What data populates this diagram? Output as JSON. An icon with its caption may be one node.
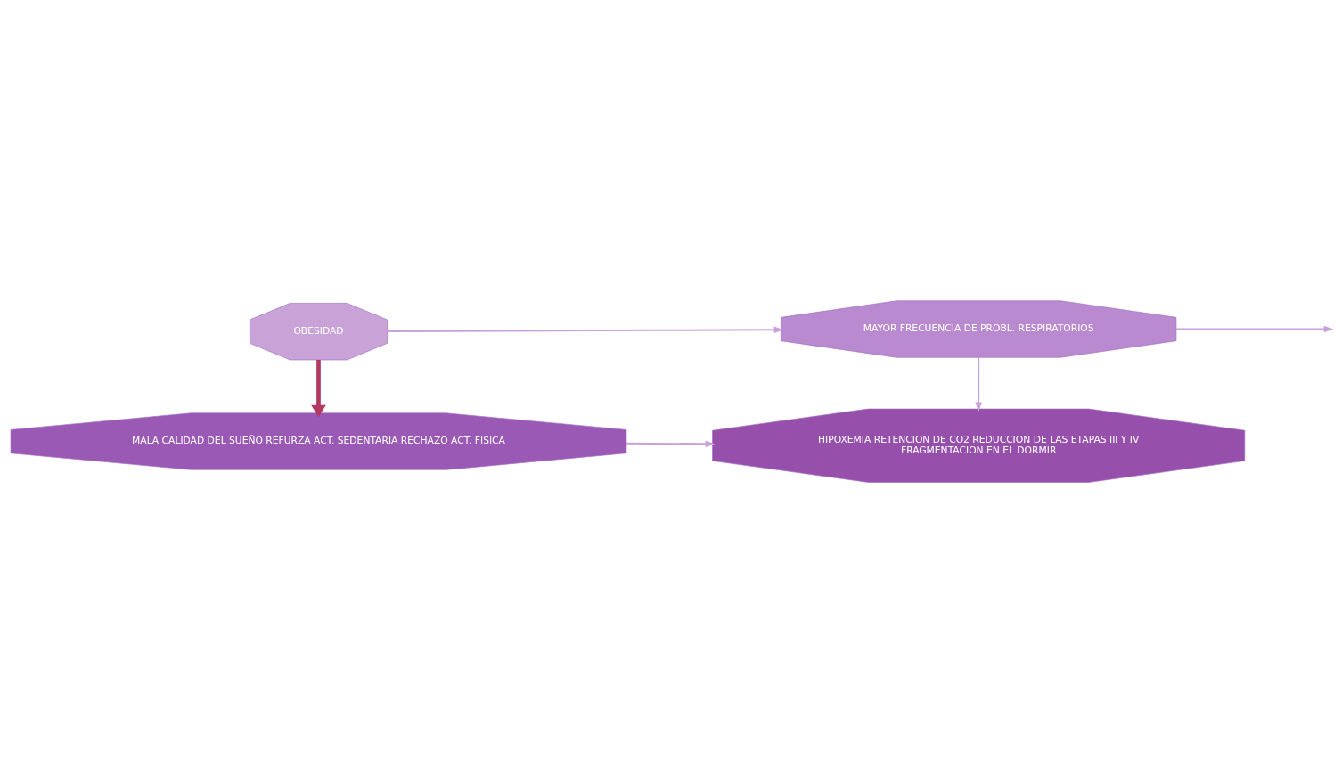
{
  "diagram": {
    "nodes": [
      {
        "text": [
          "OBESIDAD"
        ]
      },
      {
        "text": [
          "MAYOR FRECUENCIA DE PROBL. RESPIRATORIOS"
        ]
      },
      {
        "text": [
          "MALA CALIDAD DEL SUEÑO REFURZA ACT. SEDENTARIA RECHAZO ACT. FISICA"
        ]
      },
      {
        "text": [
          "HIPOXEMIA RETENCION DE CO2 REDUCCION DE LAS ETAPAS III Y IV",
          "FRAGMENTACION EN EL DORMIR"
        ]
      }
    ],
    "edges": [
      {
        "from": 0,
        "to": 1,
        "arrow": "to"
      },
      {
        "from": 0,
        "to": 2,
        "arrow": "to",
        "style": "thick",
        "color": "#b23a62"
      },
      {
        "from": 2,
        "to": 3,
        "arrow": "to"
      },
      {
        "from": 1,
        "to": 3,
        "arrow": "to"
      },
      {
        "from": 1,
        "to": null,
        "arrow": "to"
      }
    ]
  }
}
